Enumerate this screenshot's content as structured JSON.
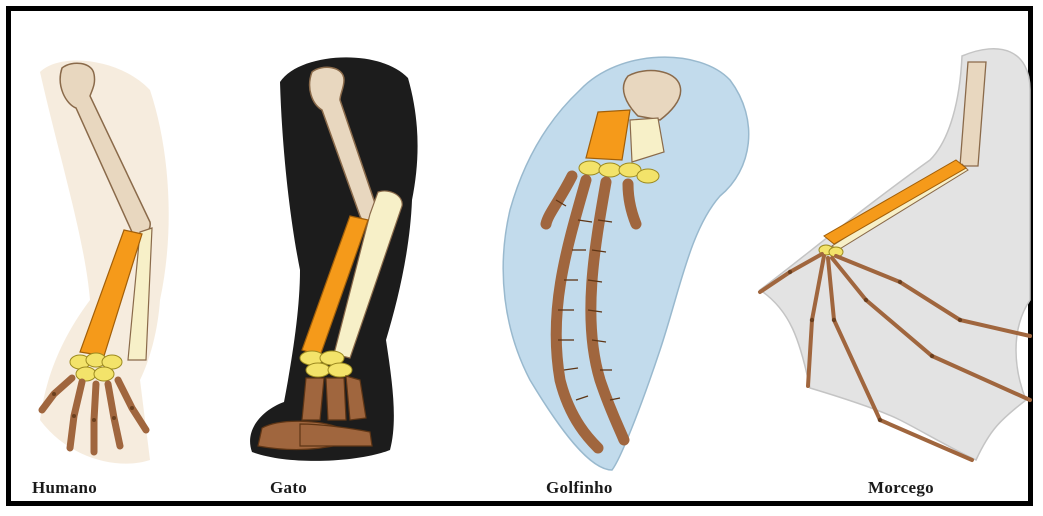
{
  "labels": {
    "human": "Humano",
    "cat": "Gato",
    "dolphin": "Golfinho",
    "bat": "Morcego"
  },
  "colors": {
    "border": "#000000",
    "humerus": "#e8d7bf",
    "radius": "#f59a1a",
    "ulna": "#f7f0c8",
    "carpals": "#f3e36a",
    "phalanges": "#a0663e",
    "skin_human": "#f3e6d3",
    "fur_cat": "#1c1c1c",
    "skin_dolphin": "#bcd8ea",
    "membrane_bat": "#e3e3e3"
  }
}
